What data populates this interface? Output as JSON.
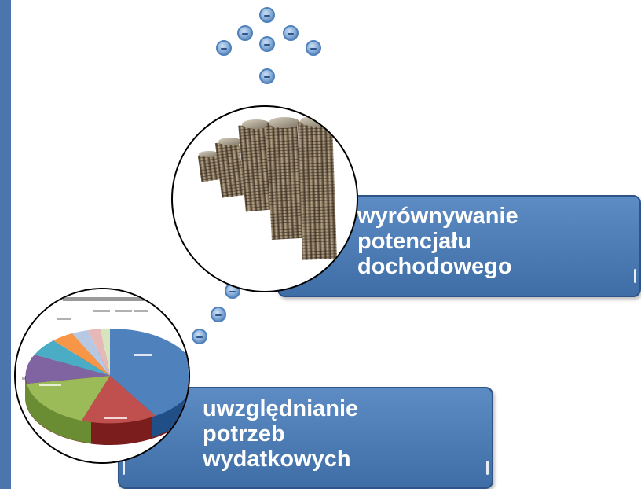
{
  "upper_box": {
    "label": "wyrównywanie\npotencjału\ndochodowego"
  },
  "lower_box": {
    "label": "uwzględnianie\npotrzeb\nwydatkowych"
  },
  "colors": {
    "accent": "#4f81bd",
    "panel": "#4a76ad",
    "panel_border": "#2f5488",
    "text": "#ffffff"
  },
  "icons": {
    "upper_picture": "coin-stacks",
    "lower_picture": "3d-pie-chart",
    "connectors": "blue-bubble"
  }
}
